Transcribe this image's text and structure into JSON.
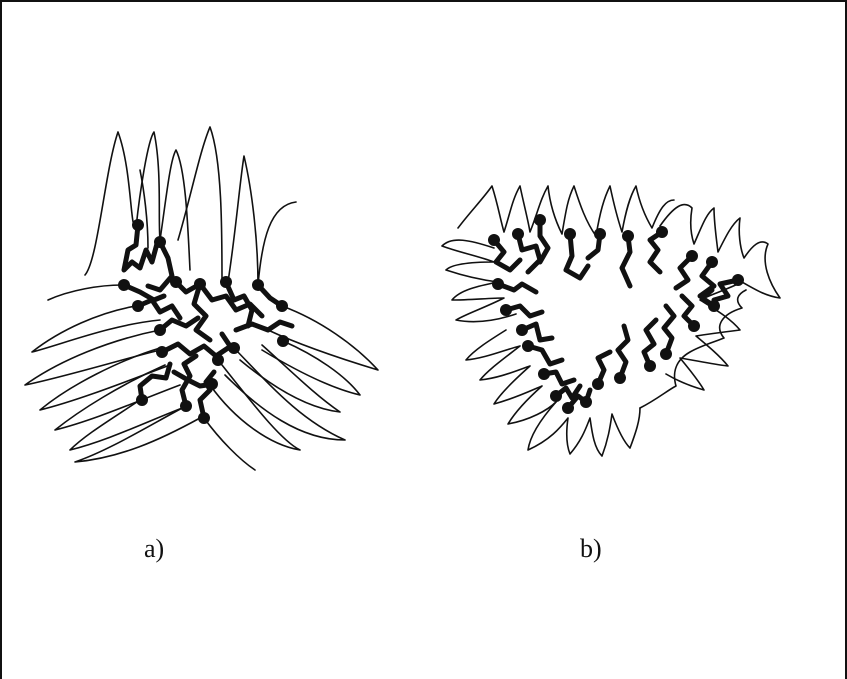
{
  "figure": {
    "panels": [
      {
        "id": "a",
        "label": "a)"
      },
      {
        "id": "b",
        "label": "b)"
      }
    ],
    "colors": {
      "ink": "#111111",
      "background": "#ffffff"
    }
  }
}
